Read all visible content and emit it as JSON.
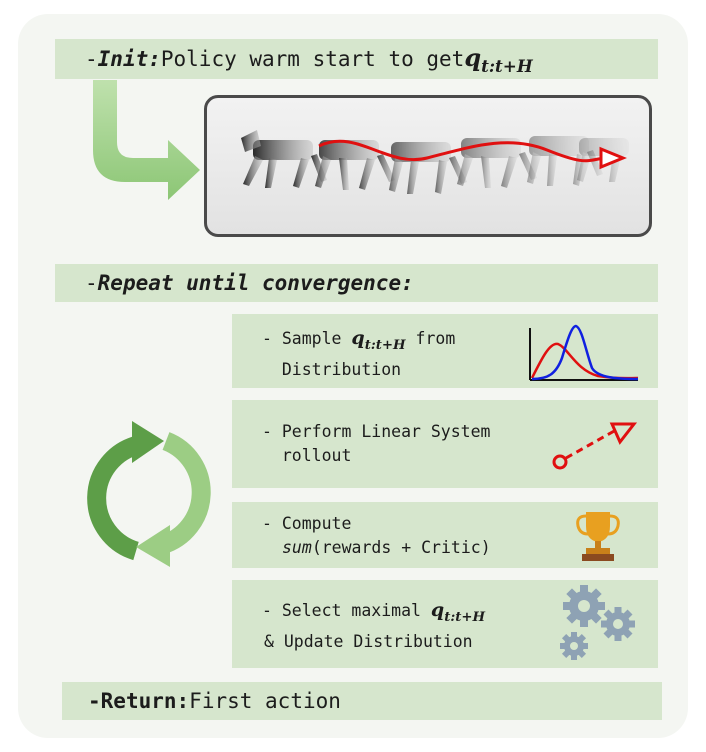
{
  "init": {
    "dash": "- ",
    "label": "Init:",
    "text": " Policy warm start to get ",
    "var": "q",
    "sub": "t:t+H"
  },
  "repeat": {
    "dash": "- ",
    "label": "Repeat until convergence:"
  },
  "steps": [
    {
      "line1_pre": "- Sample ",
      "var": "q",
      "sub": "t:t+H",
      "line1_post": " from",
      "line2": "  Distribution",
      "icon": "distribution-curves-icon"
    },
    {
      "line1": "- Perform Linear System",
      "line2": "  rollout",
      "icon": "rollout-arrow-icon"
    },
    {
      "line1": "- Compute",
      "line2_em": "sum",
      "line2_rest": "(rewards + Critic)",
      "icon": "trophy-icon"
    },
    {
      "line1_pre": "- Select maximal ",
      "var": "q",
      "sub": "t:t+H",
      "line2": "& Update Distribution",
      "icon": "gears-icon"
    }
  ],
  "ret": {
    "dash": "- ",
    "label": "Return:",
    "text": " First action"
  },
  "colors": {
    "panel": "#f4f6f2",
    "box": "#d6e6cd",
    "green_light": "#9ccd84",
    "green_dark": "#5d9e48",
    "trajectory": "#e01010",
    "blue_curve": "#1020e0",
    "trophy": "#e8a020",
    "gear": "#8ea2b4"
  }
}
